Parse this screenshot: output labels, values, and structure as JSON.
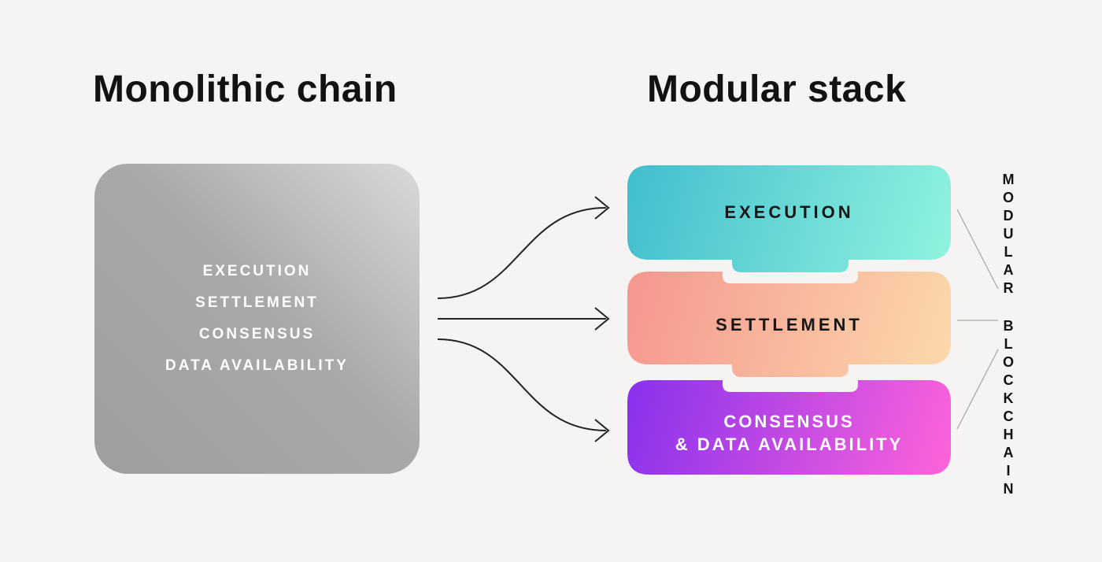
{
  "titles": {
    "left": "Monolithic chain",
    "right": "Modular stack"
  },
  "monolithic_box": {
    "layers": [
      "EXECUTION",
      "SETTLEMENT",
      "CONSENSUS",
      "DATA AVAILABILITY"
    ]
  },
  "modular_stack": {
    "blocks": [
      {
        "label": "EXECUTION",
        "gradient_from": "#41bdce",
        "gradient_to": "#90f3de",
        "text_color": "#161616"
      },
      {
        "label": "SETTLEMENT",
        "gradient_from": "#f5968f",
        "gradient_to": "#fcd9ab",
        "text_color": "#161616"
      },
      {
        "label_line1": "CONSENSUS",
        "label_line2": "& DATA AVAILABILITY",
        "gradient_from": "#8731ee",
        "gradient_to": "#fe63d9",
        "text_color": "#ffffff"
      }
    ],
    "side_label": {
      "word1": "MODULAR",
      "word2": "BLOCKCHAIN"
    }
  },
  "colors": {
    "background": "#f5f4f2",
    "arrow": "#222222",
    "connector_line": "#a9a9a9",
    "monolith_gradient_from": "#9e9e9e",
    "monolith_gradient_to": "#d9d9d9",
    "monolith_text": "#ffffff"
  }
}
